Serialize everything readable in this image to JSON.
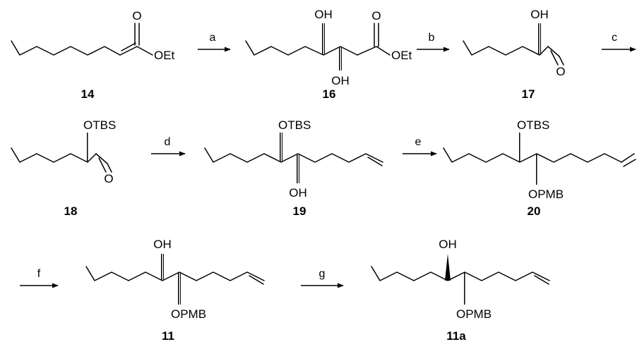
{
  "compounds": [
    "14",
    "16",
    "17",
    "18",
    "19",
    "20",
    "11",
    "11a"
  ],
  "steps": [
    "a",
    "b",
    "c",
    "d",
    "e",
    "f",
    "g"
  ],
  "atoms": {
    "O": "O",
    "OEt": "OEt",
    "OH": "OH",
    "OTBS": "OTBS",
    "OPMB": "OPMB"
  }
}
